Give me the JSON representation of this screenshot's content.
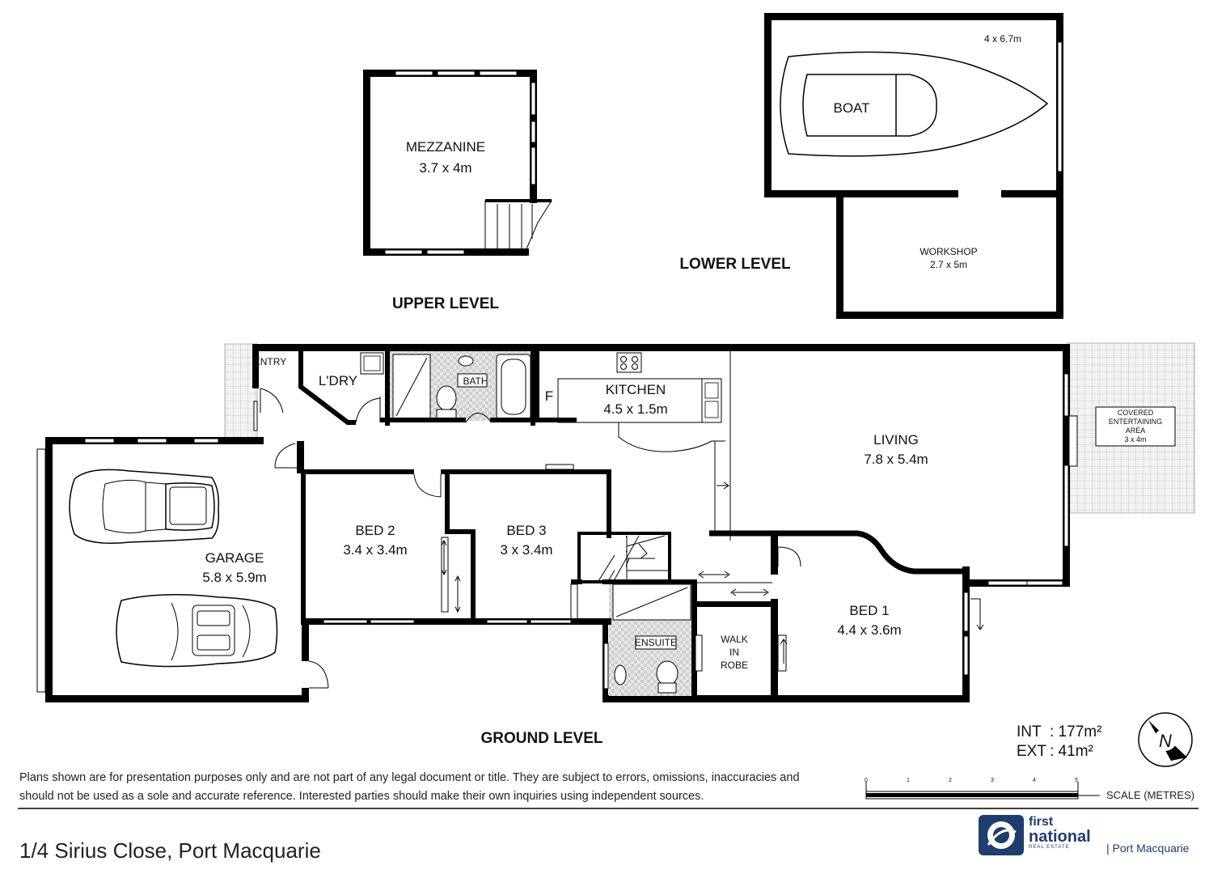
{
  "title": "1/4 Sirius Close, Port Macquarie",
  "levels": {
    "upper": "UPPER LEVEL",
    "lower": "LOWER LEVEL",
    "ground": "GROUND LEVEL"
  },
  "rooms": {
    "mezzanine": {
      "name": "MEZZANINE",
      "size": "3.7 x 4m"
    },
    "boat": {
      "name": "BOAT",
      "size": "4 x 6.7m"
    },
    "workshop": {
      "name": "WORKSHOP",
      "size": "2.7 x 5m"
    },
    "entry": {
      "name": "ENTRY"
    },
    "laundry": {
      "name": "L'DRY"
    },
    "bath": {
      "name": "BATH"
    },
    "fridge": {
      "name": "F"
    },
    "kitchen": {
      "name": "KITCHEN",
      "size": "4.5 x 1.5m"
    },
    "living": {
      "name": "LIVING",
      "size": "7.8 x 5.4m"
    },
    "covered": {
      "name_line1": "COVERED",
      "name_line2": "ENTERTAINING",
      "name_line3": "AREA",
      "size": "3 x 4m"
    },
    "garage": {
      "name": "GARAGE",
      "size": "5.8 x 5.9m"
    },
    "bed2": {
      "name": "BED 2",
      "size": "3.4 x 3.4m"
    },
    "bed3": {
      "name": "BED 3",
      "size": "3 x 3.4m"
    },
    "bed1": {
      "name": "BED 1",
      "size": "4.4 x 3.6m"
    },
    "ensuite": {
      "name": "ENSUITE"
    },
    "robe": {
      "line1": "WALK",
      "line2": "IN",
      "line3": "ROBE"
    }
  },
  "areas": {
    "int_label": "INT",
    "int_value": ": 177m²",
    "ext_label": "EXT",
    "ext_value": ": 41m²"
  },
  "compass": {
    "label": "N"
  },
  "scale": {
    "label": "SCALE (METRES)",
    "ticks": [
      "0",
      "1",
      "2",
      "3",
      "4",
      "5"
    ]
  },
  "disclaimer": {
    "line1": "Plans shown are for presentation purposes only and are not part of any legal document or title. They are subject to errors, omissions, inaccuracies and",
    "line2": "should not be used as a sole and accurate reference. Interested parties should make their own inquiries using independent sources."
  },
  "brand": {
    "line1": "first",
    "line2": "national",
    "line3": "REAL ESTATE",
    "location": "| Port Macquarie",
    "accent": "#1f3d6e"
  }
}
